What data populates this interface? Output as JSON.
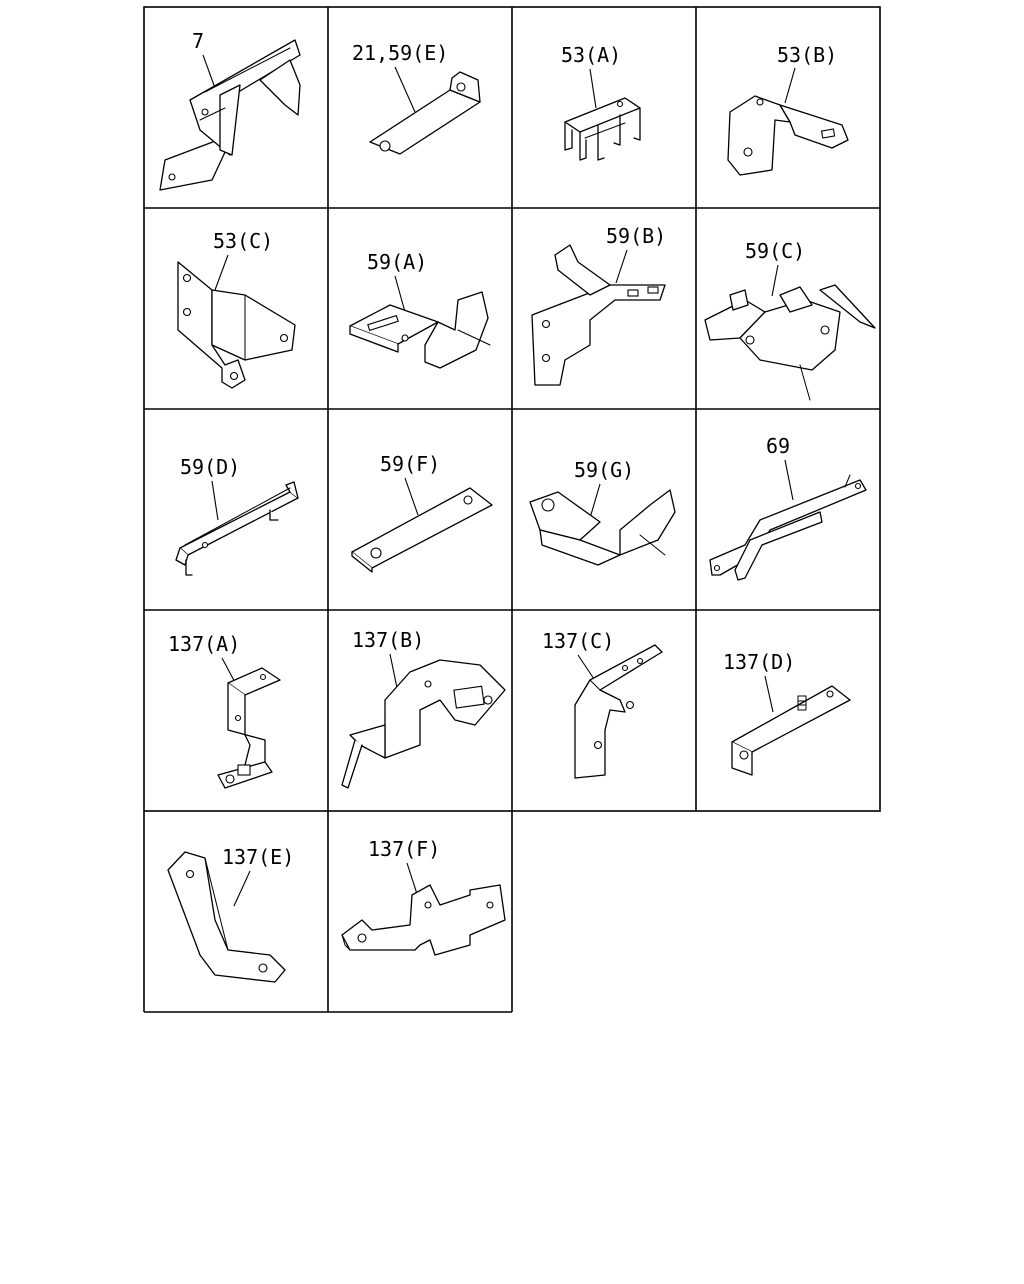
{
  "diagram": {
    "parts": [
      {
        "label": "7"
      },
      {
        "label": "21,59(E)"
      },
      {
        "label": "53(A)"
      },
      {
        "label": "53(B)"
      },
      {
        "label": "53(C)"
      },
      {
        "label": "59(A)"
      },
      {
        "label": "59(B)"
      },
      {
        "label": "59(C)"
      },
      {
        "label": "59(D)"
      },
      {
        "label": "59(F)"
      },
      {
        "label": "59(G)"
      },
      {
        "label": "69"
      },
      {
        "label": "137(A)"
      },
      {
        "label": "137(B)"
      },
      {
        "label": "137(C)"
      },
      {
        "label": "137(D)"
      },
      {
        "label": "137(E)"
      },
      {
        "label": "137(F)"
      }
    ]
  }
}
